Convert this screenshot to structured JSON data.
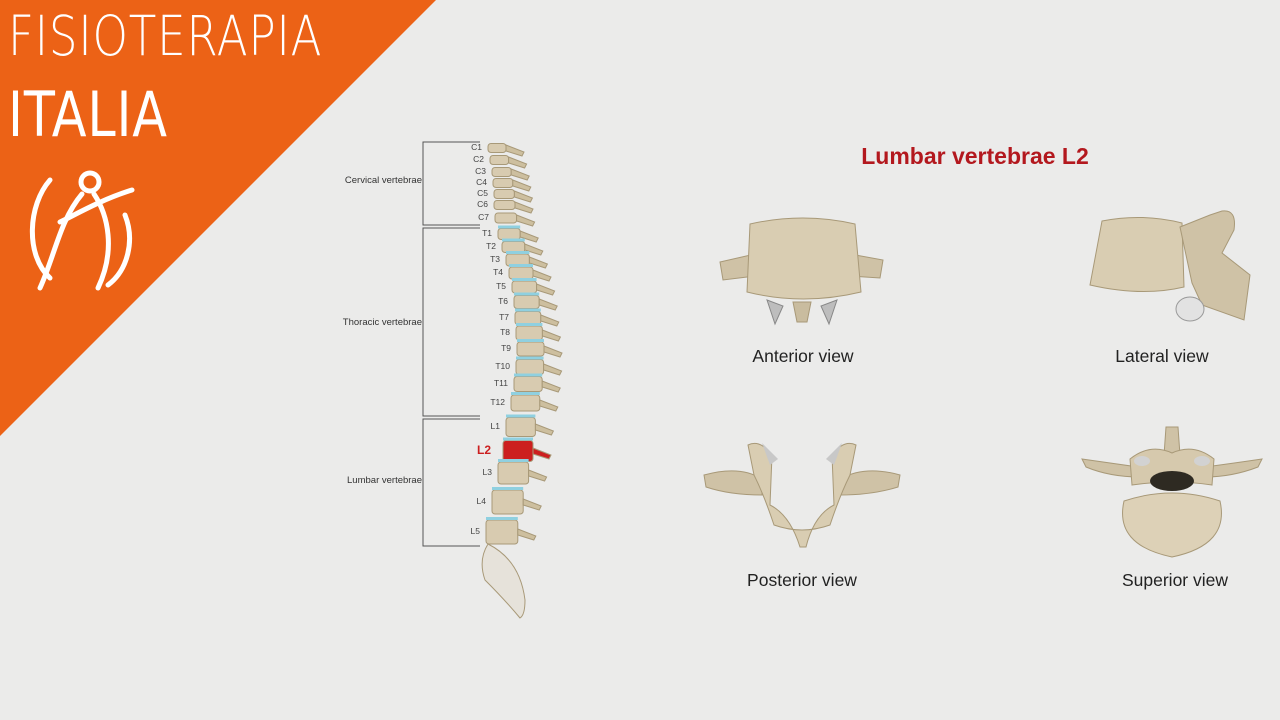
{
  "brand": {
    "line1": "FISIOTERAPIA",
    "line2": "ITALIA",
    "color": "#ec6216"
  },
  "spine": {
    "regions": [
      {
        "label": "Cervical vertebrae"
      },
      {
        "label": "Thoracic vertebrae"
      },
      {
        "label": "Lumbar vertebrae"
      }
    ],
    "vertebrae": [
      "C1",
      "C2",
      "C3",
      "C4",
      "C5",
      "C6",
      "C7",
      "T1",
      "T2",
      "T3",
      "T4",
      "T5",
      "T6",
      "T7",
      "T8",
      "T9",
      "T10",
      "T11",
      "T12",
      "L1",
      "L2",
      "L3",
      "L4",
      "L5"
    ],
    "highlighted": "L2",
    "highlight_color": "#cc1f1f",
    "disc_color": "#8fd0e0",
    "bone_color": "#d8cbb0"
  },
  "figure": {
    "title": "Lumbar vertebrae L2",
    "views": {
      "anterior": "Anterior view",
      "lateral": "Lateral view",
      "posterior": "Posterior view",
      "superior": "Superior view"
    }
  }
}
